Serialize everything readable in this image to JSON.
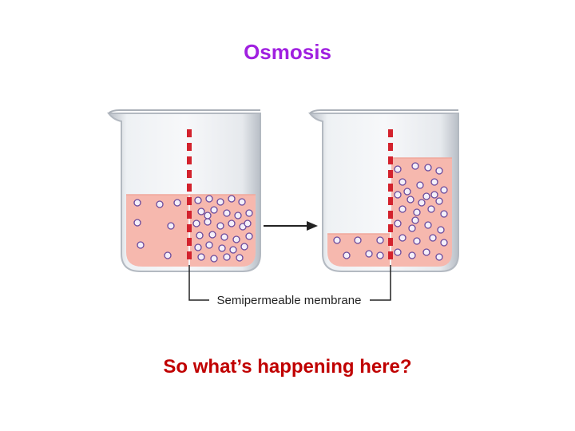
{
  "title": "Osmosis",
  "question": "So what’s happening here?",
  "diagram": {
    "membrane_label": "Semipermeable membrane",
    "arrow_icon": "right-arrow-icon",
    "colors": {
      "title": "#a020e0",
      "question": "#c00000",
      "solution": "#f6b8ae",
      "membrane": "#d3222d",
      "particle_fill": "#f4f0fa",
      "particle_stroke": "#6a4a9c",
      "glass": "#c8ccd2"
    }
  }
}
